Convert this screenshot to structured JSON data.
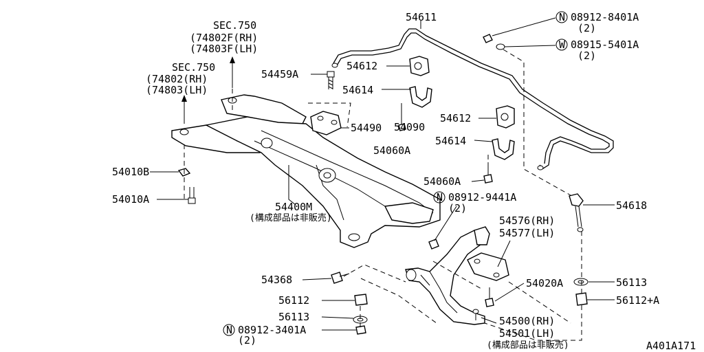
{
  "labels": {
    "sec750_upper": "SEC.750",
    "p74802f": "(74802F(RH)",
    "p74803f": "(74803F(LH)",
    "sec750_lower": "SEC.750",
    "p74802": "(74802(RH)",
    "p74803": "(74803(LH)",
    "p54459a": "54459A",
    "p54612a": "54612",
    "p54614a": "54614",
    "p54611": "54611",
    "n08912_8401a": "08912-8401A",
    "qty_8401a": "(2)",
    "w08915_5401a": "08915-5401A",
    "qty_5401a": "(2)",
    "p54490": "54490",
    "p54090": "54090",
    "p54060a_upper": "54060A",
    "p54612b": "54612",
    "p54614b": "54614",
    "p54010b": "54010B",
    "p54010a": "54010A",
    "p54060a_lower": "54060A",
    "p54400m": "54400M",
    "note_upper": "(構成部品は非販売)",
    "n08912_9441a": "08912-9441A",
    "qty_9441a": "(2)",
    "p54618": "54618",
    "p54576rh": "54576(RH)",
    "p54577lh": "54577(LH)",
    "p54368": "54368",
    "p54020a": "54020A",
    "p56113_right": "56113",
    "p56112": "56112",
    "p56112a": "56112+A",
    "p56113_left": "56113",
    "p54500rh": "54500(RH)",
    "n08912_3401a": "08912-3401A",
    "p54501lh": "54501(LH)",
    "qty_3401a": "(2)",
    "note_lower": "(構成部品は非販売)",
    "diagram_id": "A401A171"
  },
  "symbols": {
    "nut_marker": "N",
    "washer_marker": "W"
  }
}
